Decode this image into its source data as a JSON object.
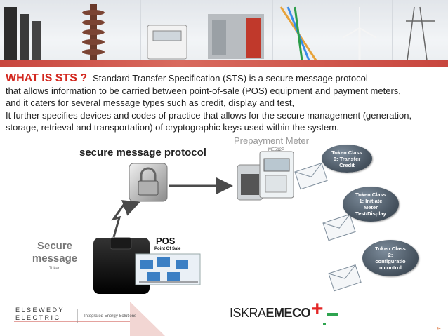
{
  "heading": {
    "title": "WHAT IS STS ?",
    "line1": "Standard Transfer Specification (STS) is a secure message protocol",
    "line2": "that allows information to be carried between point-of-sale (POS) equipment  and payment meters,",
    "line3": "and it caters for several message types such as credit, display and test,",
    "line4": "It further specifies devices and codes of practice that allows for the secure management (generation,",
    "line5": "storage, retrieval and transportation) of cryptographic keys used within the system."
  },
  "diagram": {
    "secure_protocol_label": "secure message protocol",
    "prepayment_label": "Prepayment Meter",
    "meter_code": "ME512P",
    "secure_message_line1": "Secure",
    "secure_message_line2": "message",
    "secure_message_token": "Token",
    "pos_label": "POS",
    "pos_sub": "Point Of Sale",
    "bubbles": [
      {
        "l1": "Token Class",
        "l2": "0: Transfer",
        "l3": "Credit",
        "l4": ""
      },
      {
        "l1": "Token Class",
        "l2": "1: Initiate",
        "l3": "Meter",
        "l4": "Test/Display"
      },
      {
        "l1": "Token Class",
        "l2": "2:",
        "l3": "configuratio",
        "l4": "n control"
      }
    ]
  },
  "footer": {
    "elsewedy_line1": "ELSEWEDY",
    "elsewedy_line2": "ELECTRIC",
    "elsewedy_tagline": "Integrated Energy Solutions",
    "iskra_light": "ISKRA",
    "iskra_bold": "EMECO",
    "page_number": "44"
  },
  "colors": {
    "accent_red": "#d3281f",
    "bubble": "#44505c",
    "arrow": "#4a4a4a",
    "plus_red": "#e32626",
    "minus_green": "#2ea44f"
  }
}
